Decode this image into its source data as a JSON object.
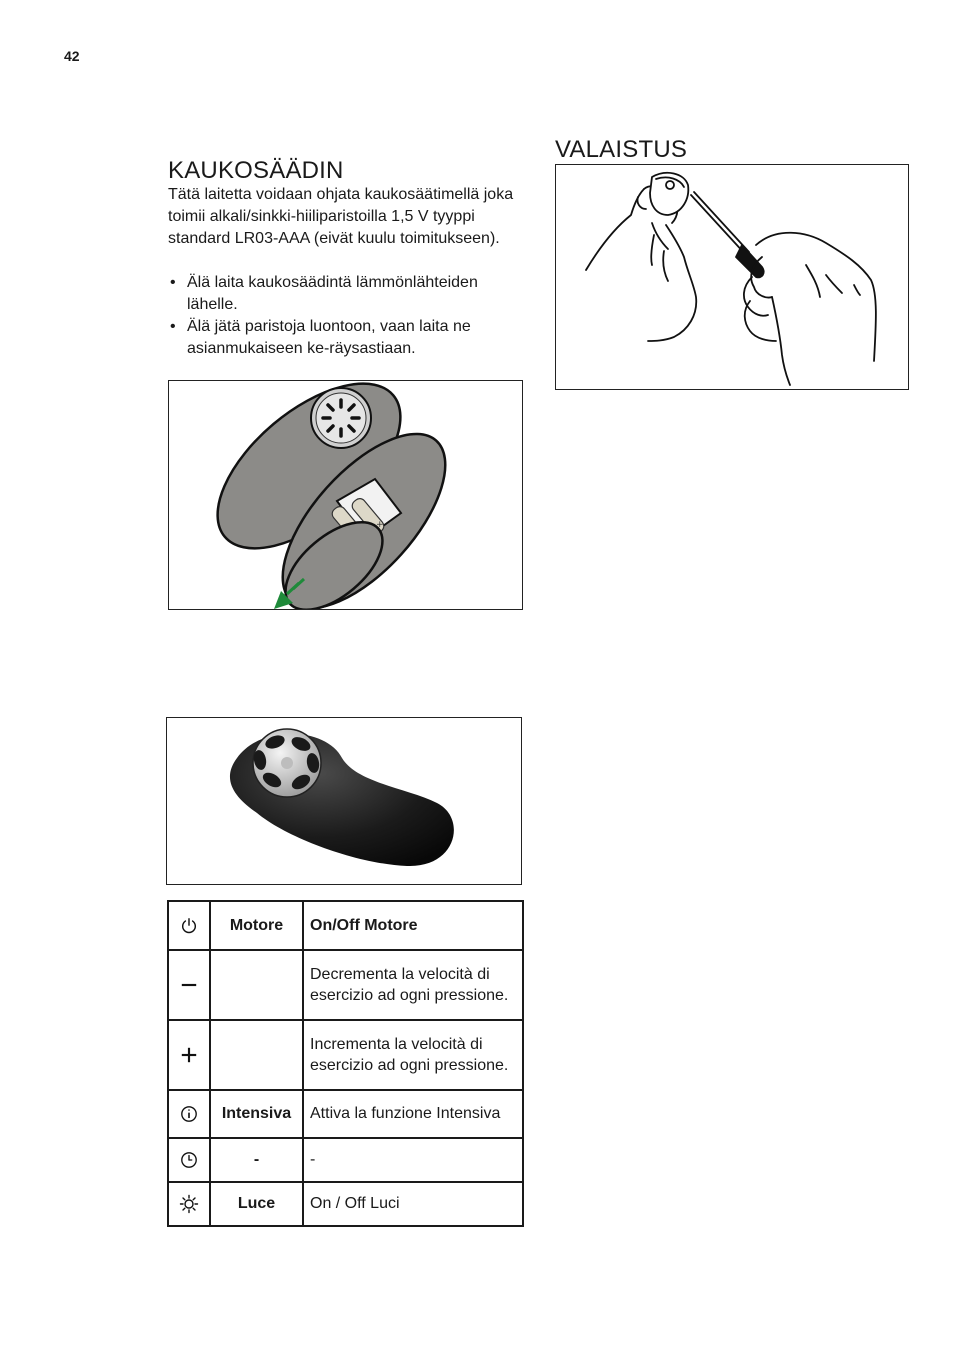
{
  "page": {
    "number": "42"
  },
  "remote": {
    "title": "KAUKOSÄÄDIN",
    "intro": "Tätä laitetta voidaan ohjata kaukosäätimellä joka toimii alkali/sinkki-hiiliparistoilla 1,5 V tyyppi standard LR03-AAA (eivät kuulu toimitukseen).",
    "bullets": [
      "Älä laita kaukosäädintä lämmönlähteiden lähelle.",
      "Älä jätä paristoja luontoon, vaan laita ne asianmukaiseen ke-räysastiaan."
    ]
  },
  "lighting": {
    "title": "VALAISTUS"
  },
  "functions": [
    {
      "icon": "power-icon",
      "name": "Motore",
      "description": "On/Off Motore"
    },
    {
      "icon": "minus-icon",
      "name": "",
      "description": "Decrementa la velocità di esercizio ad ogni pressione."
    },
    {
      "icon": "plus-icon",
      "name": "",
      "description": "Incrementa la velocità di esercizio ad ogni pressione."
    },
    {
      "icon": "info-icon",
      "name": "Intensiva",
      "description": "Attiva la funzione Intensiva"
    },
    {
      "icon": "timer-icon",
      "name": "-",
      "description": "-"
    },
    {
      "icon": "light-icon",
      "name": "Luce",
      "description": "On / Off Luci"
    }
  ],
  "colors": {
    "remote_body": "#8c8b88",
    "arrow": "#1f8a3a",
    "remote_black": "#1b1b1b"
  }
}
